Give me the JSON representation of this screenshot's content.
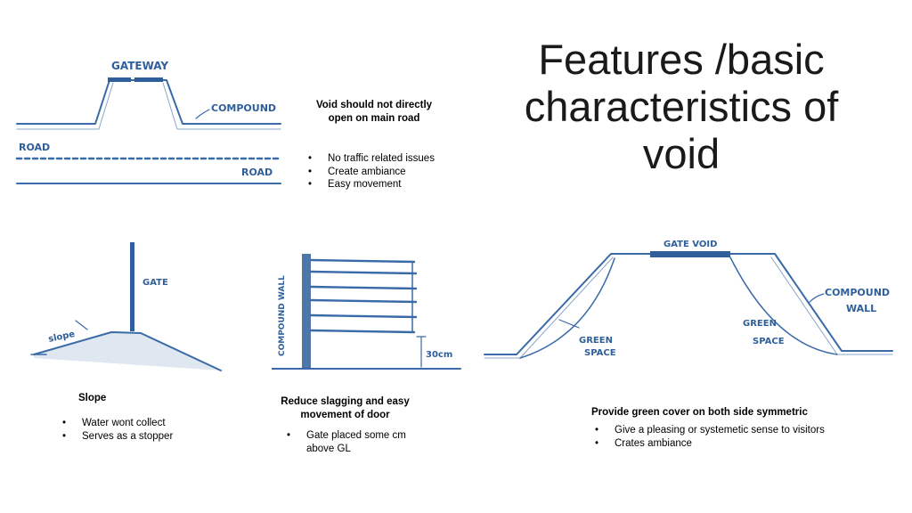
{
  "title": "Features /basic characteristics of void",
  "road_sketch": {
    "gateway": "GATEWAY",
    "compound": "COMPOUND",
    "road_top": "ROAD",
    "road_bottom": "ROAD"
  },
  "road_text": {
    "heading": "Void should not directly open on main road",
    "bullets": [
      "No traffic related issues",
      "Create ambiance",
      "Easy movement"
    ]
  },
  "slope_sketch": {
    "gate": "GATE",
    "slope": "slope"
  },
  "slope_text": {
    "heading": "Slope",
    "bullets": [
      "Water wont collect",
      "Serves as a stopper"
    ]
  },
  "wall_sketch": {
    "wall": "COMPOUND WALL",
    "height": "30cm"
  },
  "wall_text": {
    "heading": "Reduce slagging and easy movement of door",
    "bullets": [
      "Gate placed some cm above GL"
    ]
  },
  "green_sketch": {
    "gate_void": "GATE VOID",
    "compound_wall_1": "COMPOUND",
    "compound_wall_2": "WALL",
    "green_left_1": "GREEN",
    "green_left_2": "SPACE",
    "green_right_1": "GREEN",
    "green_right_2": "SPACE"
  },
  "green_text": {
    "heading": "Provide green cover on both side symmetric",
    "bullets": [
      "Give a pleasing or systemetic sense to visitors",
      "Crates ambiance"
    ]
  }
}
